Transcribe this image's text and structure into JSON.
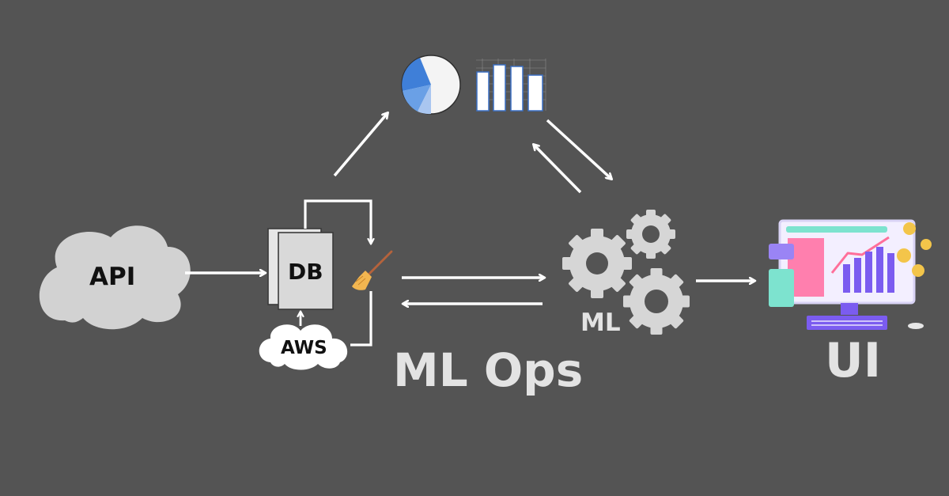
{
  "diagram": {
    "nodes": {
      "api": {
        "label": "API"
      },
      "db": {
        "label": "DB"
      },
      "aws": {
        "label": "AWS"
      },
      "ml": {
        "label": "ML"
      },
      "ui": {
        "label": "UI"
      }
    },
    "title": "ML Ops"
  },
  "colors": {
    "background": "#545454",
    "arrow": "#ffffff",
    "cloud": "#d2d2d2",
    "gear": "#d6d6d6",
    "light_text": "#e3e3e3",
    "dark_text": "#111111",
    "pie_blue": "#3f7fd8",
    "monitor_purple": "#7b5cf0",
    "monitor_pink": "#ff7fae",
    "monitor_teal": "#7de3cf",
    "coin_gold": "#f3c54a"
  },
  "icons": [
    "api-cloud-icon",
    "database-icon",
    "aws-cloud-icon",
    "broom-icon",
    "pie-chart-icon",
    "bar-chart-icon",
    "gears-icon",
    "monitor-dashboard-icon"
  ]
}
